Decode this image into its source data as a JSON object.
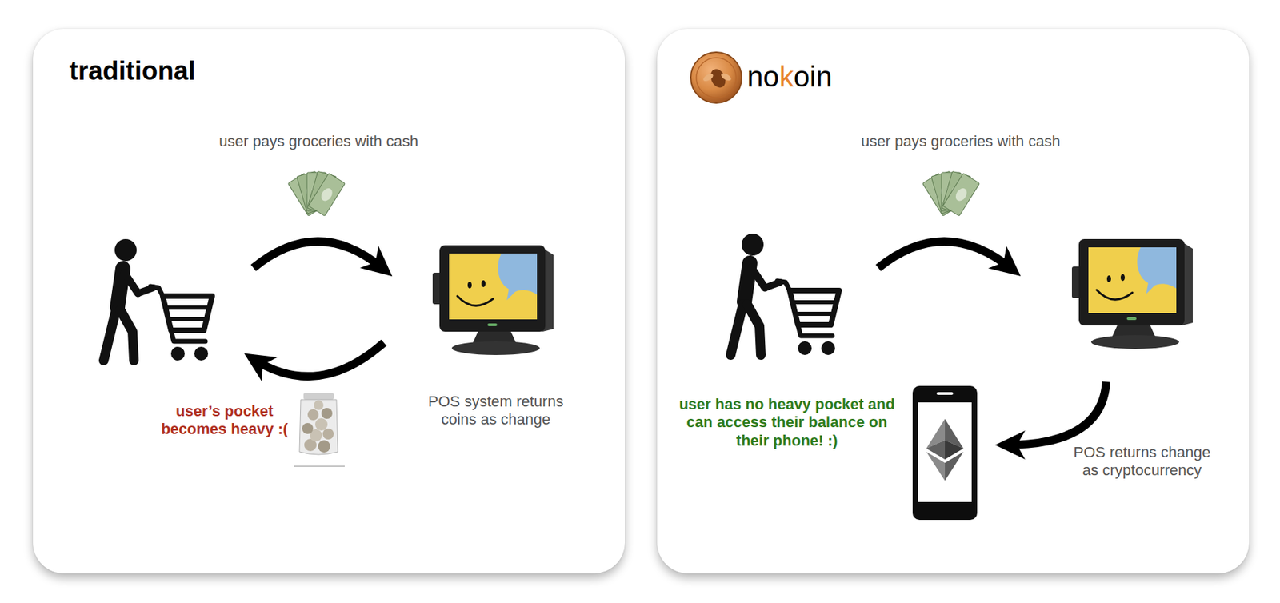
{
  "diagram": {
    "nodes": [
      {
        "text": [
          "traditional"
        ]
      },
      {
        "text": [
          "nokoin"
        ]
      }
    ],
    "labels": [
      "user pays groceries with cash",
      "user’s pocket becomes heavy :(",
      "POS system returns coins as change",
      "user pays groceries with cash",
      "user has no heavy pocket and can access their balance on their phone! :)",
      "POS returns change as cryptocurrency"
    ]
  }
}
